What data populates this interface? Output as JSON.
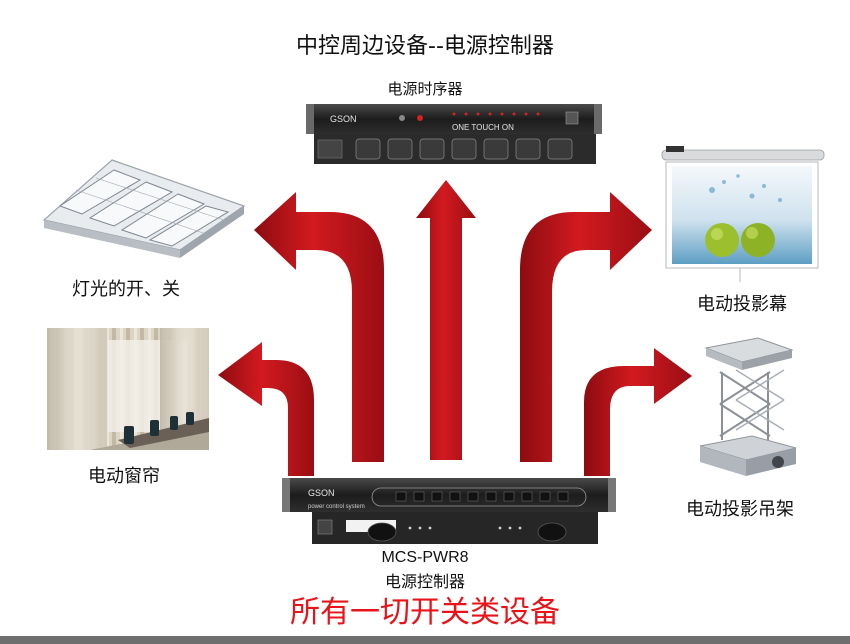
{
  "title": "中控周边设备--电源控制器",
  "sequencer": {
    "label": "电源时序器",
    "brand": "GSON",
    "panel_text": "ONE TOUCH ON"
  },
  "controller": {
    "model": "MCS-PWR8",
    "name": "电源控制器",
    "brand": "GSON",
    "subtitle": "power control system"
  },
  "devices": {
    "lights": "灯光的开、关",
    "curtain": "电动窗帘",
    "screen": "电动投影幕",
    "lift": "电动投影吊架"
  },
  "slogan": "所有一切开关类设备",
  "colors": {
    "arrow": "#c0151b",
    "arrow_dark": "#7c0a0e",
    "slogan": "#e8141a"
  }
}
